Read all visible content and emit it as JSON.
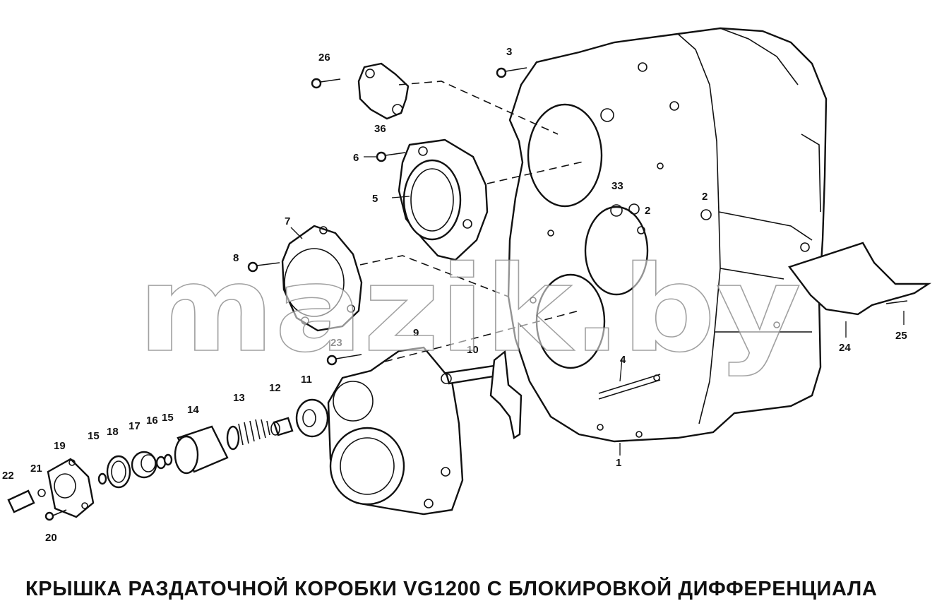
{
  "title": "КРЫШКА РАЗДАТОЧНОЙ КОРОБКИ VG1200 С БЛОКИРОВКОЙ ДИФФЕРЕНЦИАЛА",
  "watermark": "mazik.by",
  "callouts": [
    "1",
    "2",
    "2",
    "3",
    "4",
    "5",
    "6",
    "7",
    "8",
    "9",
    "10",
    "11",
    "12",
    "13",
    "14",
    "15",
    "15",
    "16",
    "17",
    "18",
    "19",
    "20",
    "21",
    "22",
    "23",
    "24",
    "25",
    "26",
    "33",
    "36"
  ]
}
